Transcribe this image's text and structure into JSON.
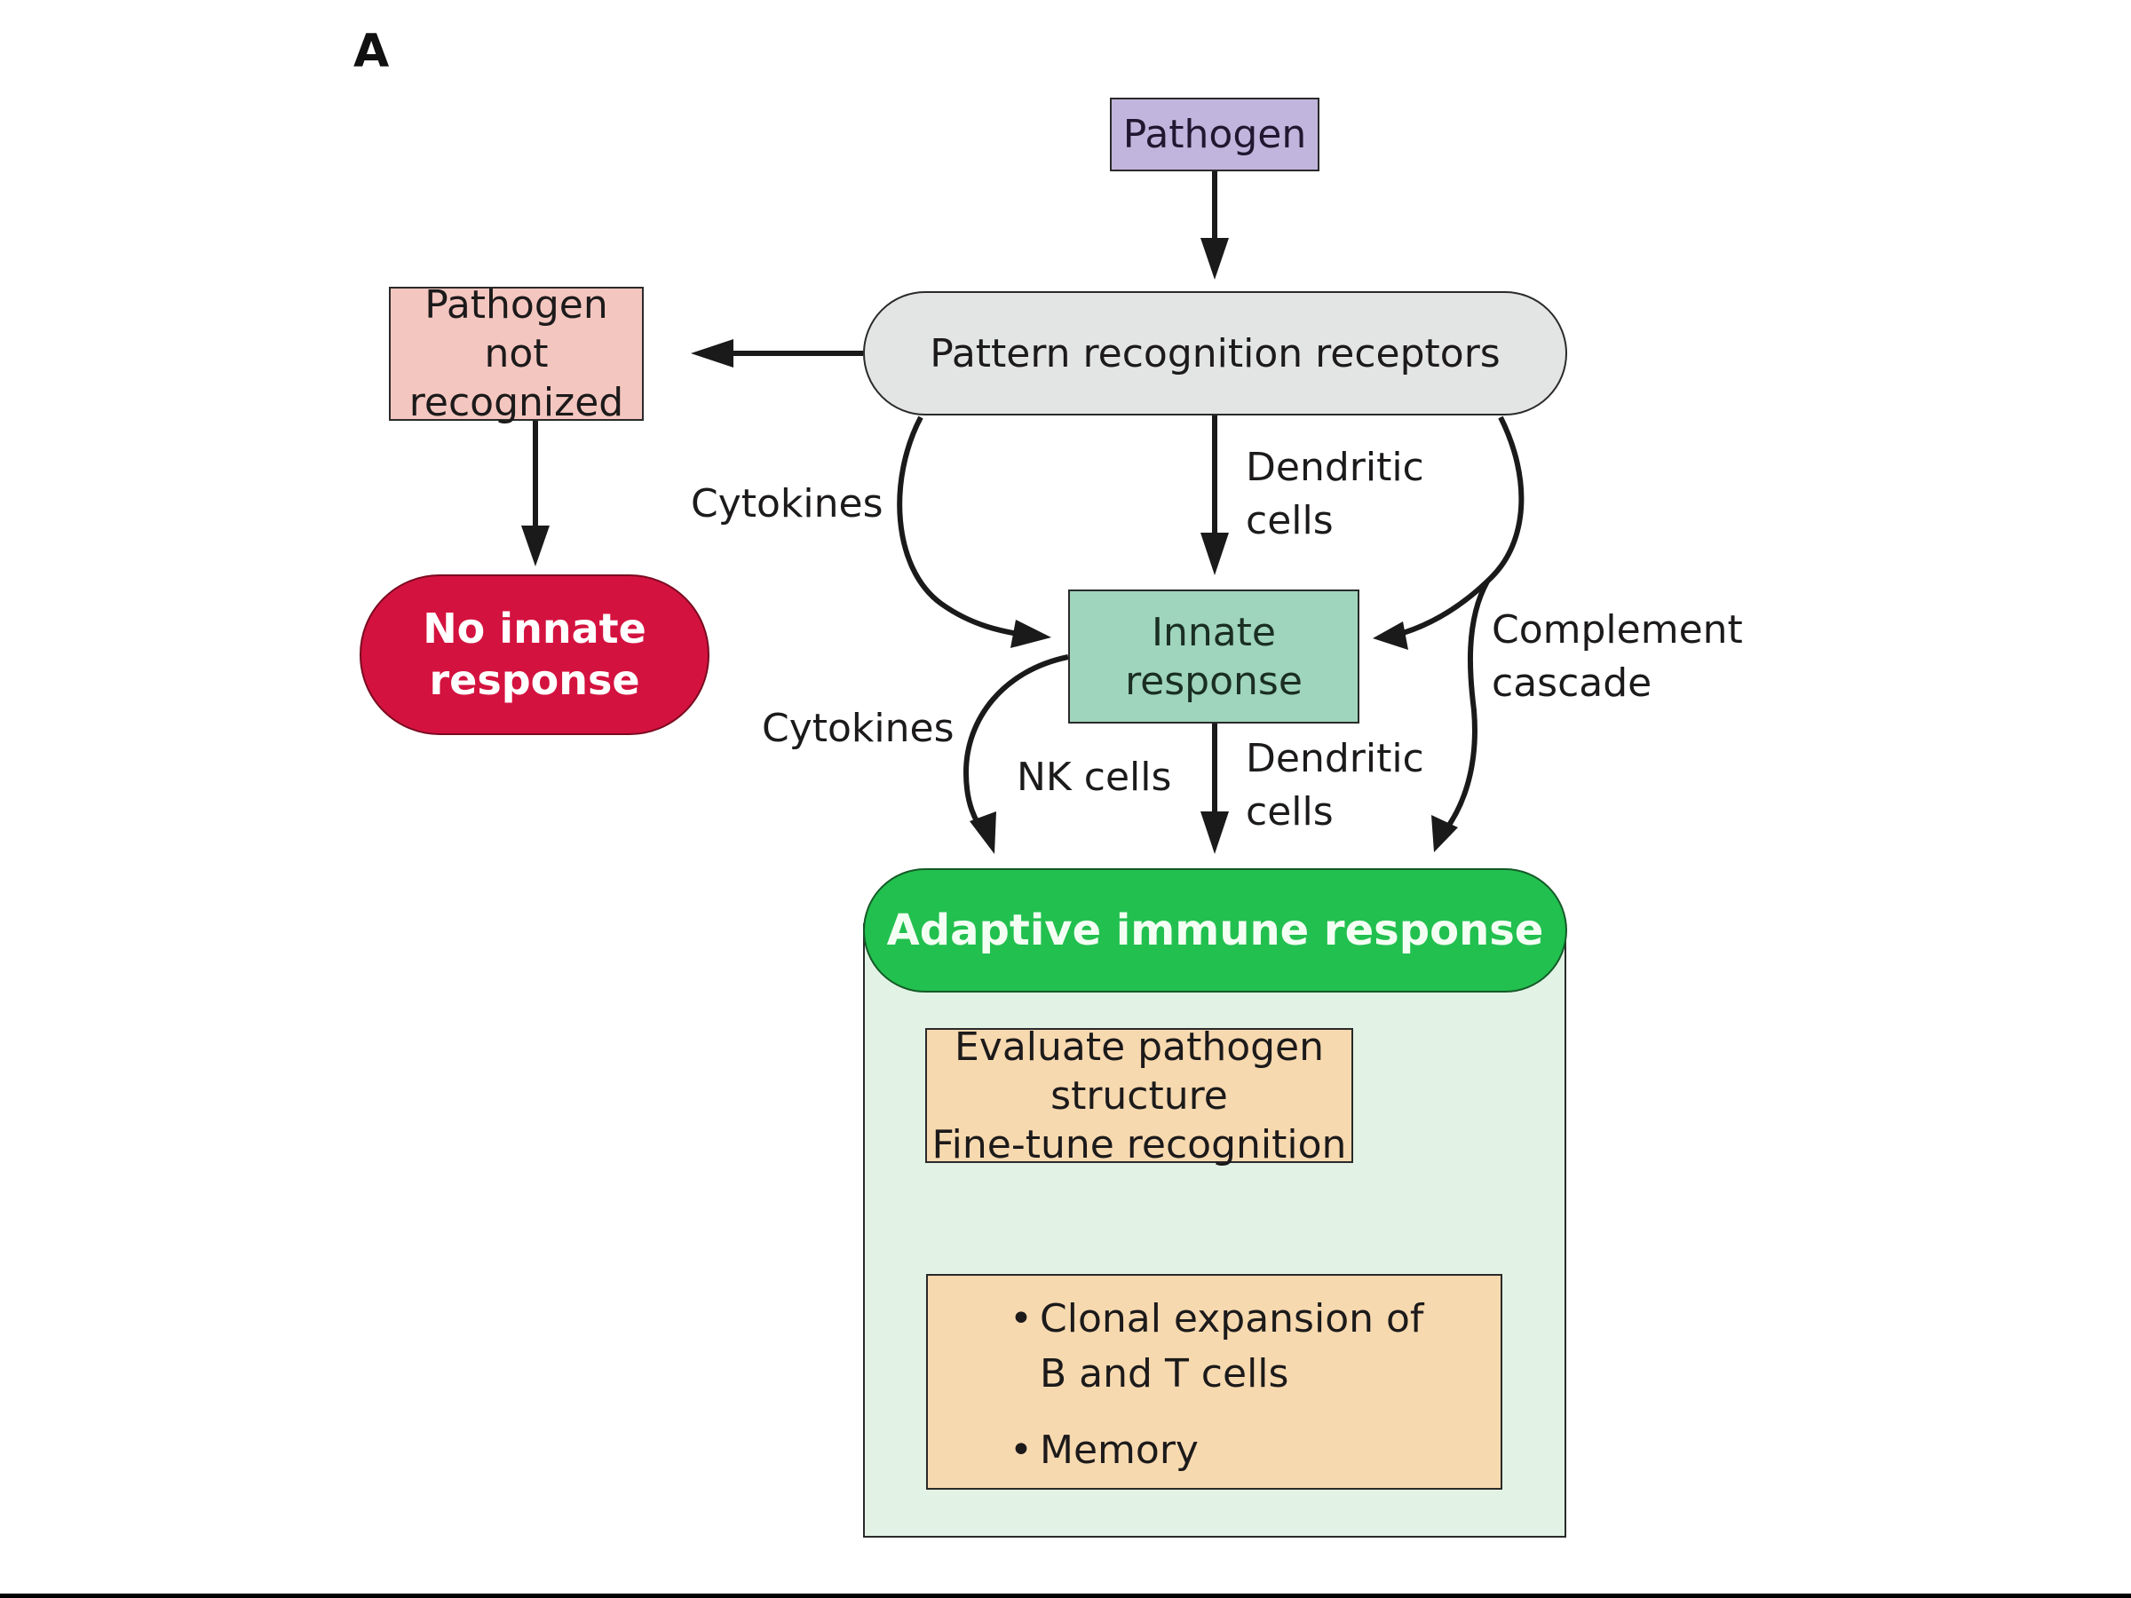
{
  "panel_label": "A",
  "nodes": {
    "pathogen": "Pathogen",
    "prr": "Pattern recognition receptors",
    "not_recognized": [
      "Pathogen not",
      "recognized"
    ],
    "no_innate": [
      "No innate",
      "response"
    ],
    "innate": [
      "Innate",
      "response"
    ],
    "adaptive": "Adaptive immune response",
    "evaluate": [
      "Evaluate pathogen structure",
      "Fine-tune recognition"
    ],
    "outcomes": [
      "Clonal expansion of",
      "B and T cells",
      "Memory"
    ]
  },
  "edge_labels": {
    "cytokines_upper": "Cytokines",
    "dendritic_upper": [
      "Dendritic",
      "cells"
    ],
    "complement": [
      "Complement",
      "cascade"
    ],
    "cytokines_lower": "Cytokines",
    "nk_cells": "NK cells",
    "dendritic_lower": [
      "Dendritic",
      "cells"
    ]
  },
  "colors": {
    "pathogen": "#c1b5dd",
    "prr": "#e3e5e4",
    "not_recognized": "#f4c6c0",
    "no_innate": "#d4123f",
    "innate": "#9fd4bd",
    "adaptive": "#22c04f",
    "adaptive_panel": "#e2f3e6",
    "process": "#f7d9b0"
  }
}
